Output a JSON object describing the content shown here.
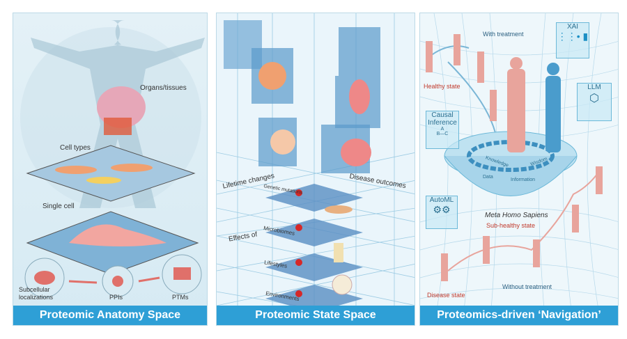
{
  "panels": [
    {
      "caption": "Proteomic Anatomy Space",
      "labels": {
        "organs": "Organs/tissues",
        "cell_types": "Cell types",
        "single_cell": "Single cell",
        "subcellular": "Subcellular",
        "localizations": "localizations",
        "ppis": "PPIs",
        "ptms": "PTMs"
      }
    },
    {
      "caption": "Proteomic State Space",
      "labels": {
        "lifetime": "Lifetime changes",
        "disease": "Disease outcomes",
        "effects": "Effects of",
        "genetic": "Genetic mutations",
        "microbiomes": "Microbiomes",
        "lifestyles": "Lifestyles",
        "environments": "Environments"
      }
    },
    {
      "caption": "Proteomics-driven ‘Navigation’",
      "labels": {
        "with_treatment": "With treatment",
        "healthy": "Healthy state",
        "xai": "XAI",
        "llm": "LLM",
        "causal": "Causal",
        "inference": "Inference",
        "node_a": "A",
        "node_b": "B",
        "node_c": "C",
        "knowledge": "Knowledge",
        "wisdom": "Wisdom",
        "data": "Data",
        "information": "Information",
        "automl": "AutoML",
        "meta": "Meta Homo Sapiens",
        "subhealthy": "Sub-healthy state",
        "without_treatment": "Without treatment",
        "disease_state": "Disease state"
      }
    }
  ],
  "colors": {
    "caption": "#2e9fd6",
    "accent_red": "#c0392b",
    "figure_pink": "#e8a49c",
    "figure_blue": "#4a9ccc"
  }
}
